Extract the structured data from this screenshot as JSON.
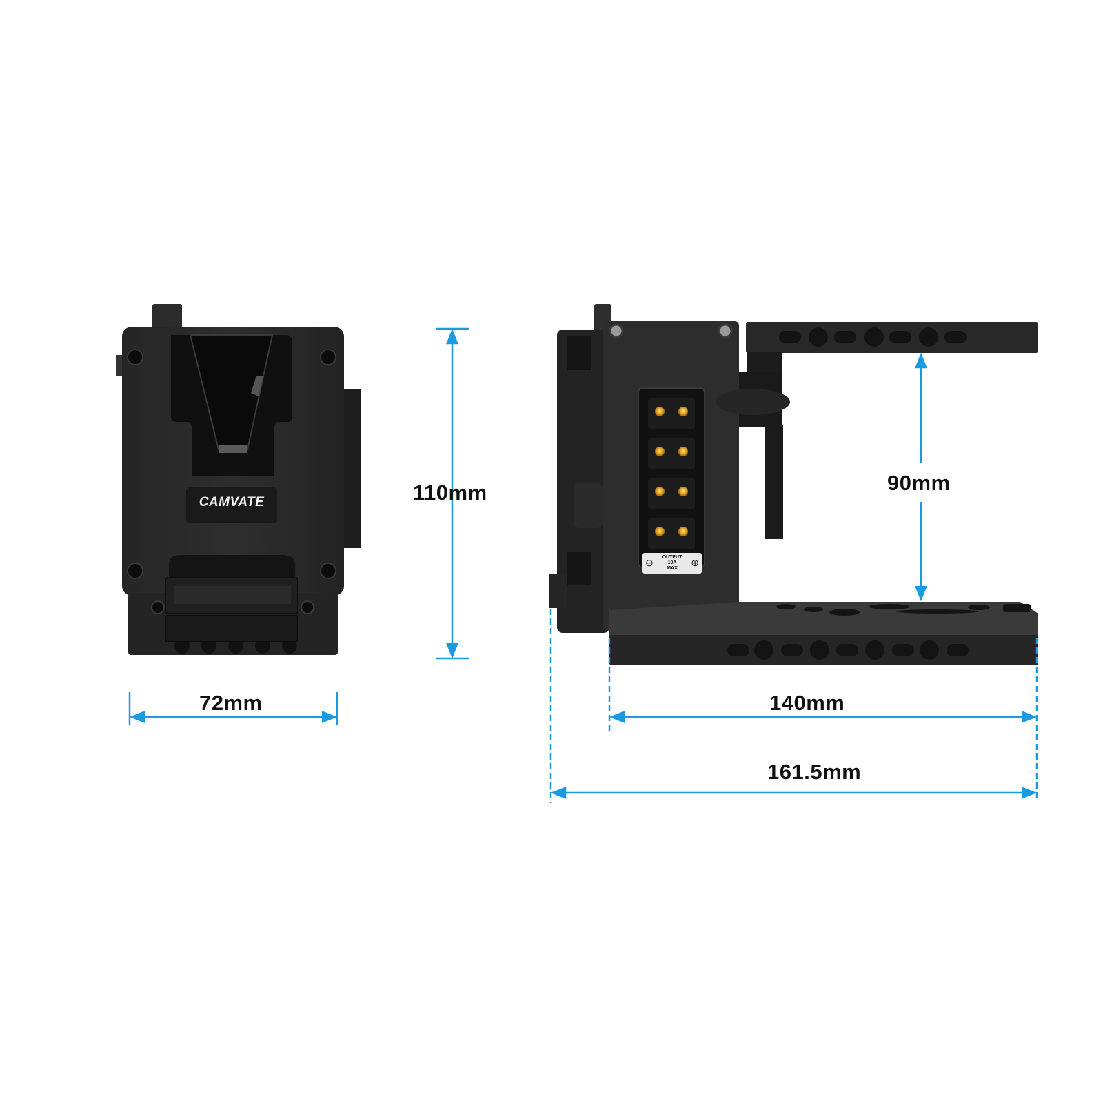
{
  "brand": {
    "logo_text": "CAMVATE"
  },
  "colors": {
    "dimension_line": "#1a9be0",
    "device_body": "#2a2a2a",
    "device_dark": "#161616",
    "connector_gold": "#e0a020",
    "label_plate": "#e8e8e8"
  },
  "front_view": {
    "height_label": "110mm",
    "width_label": "72mm"
  },
  "side_view": {
    "rod_gap_label": "90mm",
    "plate_length_label": "140mm",
    "overall_length_label": "161.5mm",
    "output_plate": {
      "line1": "OUTPUT",
      "line2": "10A",
      "line3": "MAX",
      "minus_symbol": "⊖",
      "plus_symbol": "⊕"
    },
    "dtap_port_count": 4
  }
}
